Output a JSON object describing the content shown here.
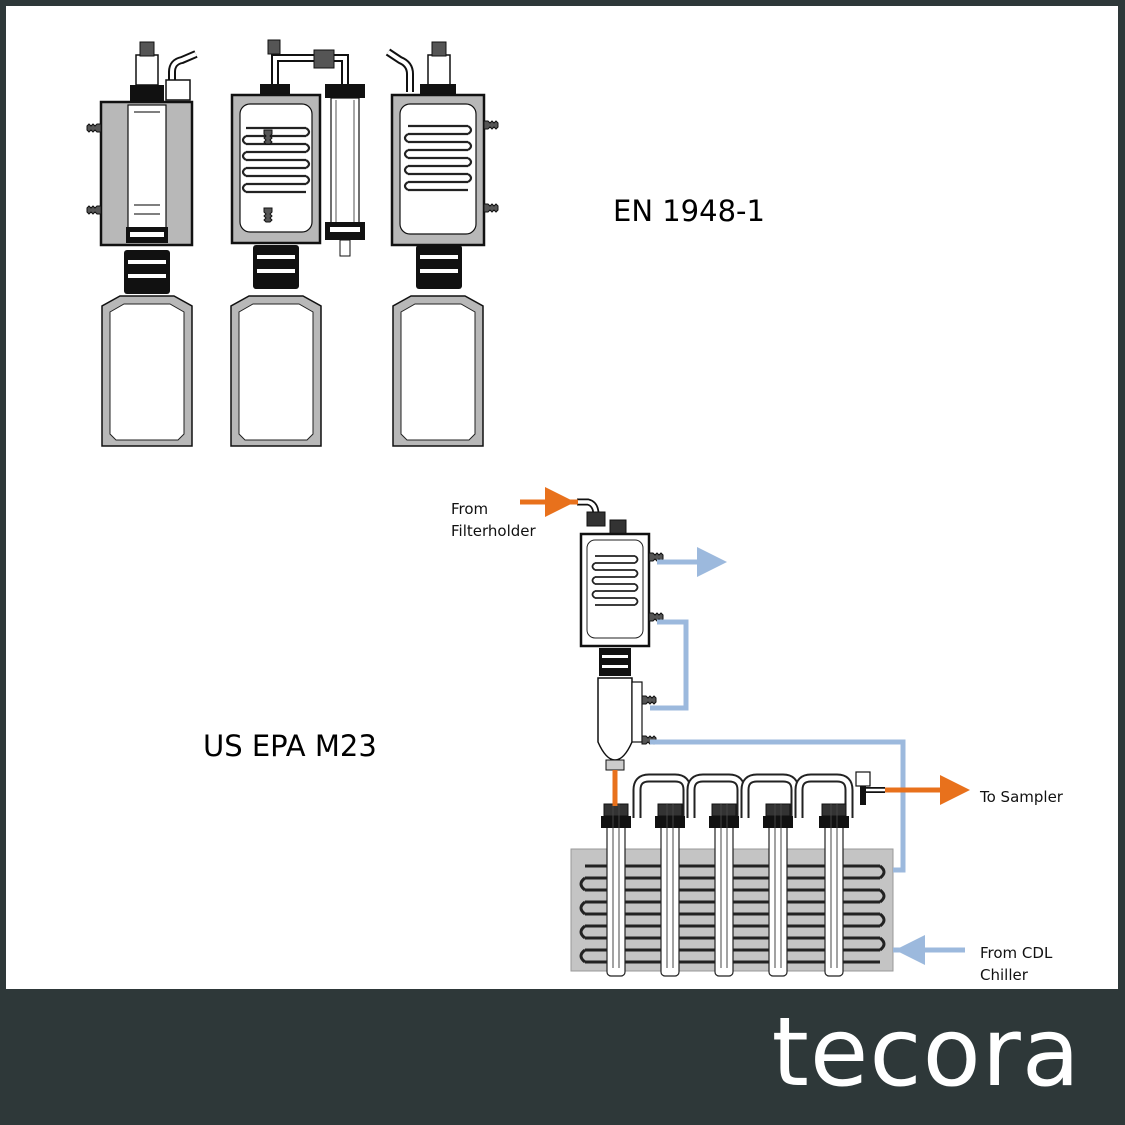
{
  "diagram": {
    "headings": {
      "standard_1": "EN 1948-1",
      "standard_2": "US EPA M23"
    },
    "labels": {
      "from_filterholder_line1": "From",
      "from_filterholder_line2": "Filterholder",
      "to_sampler": "To Sampler",
      "from_chiller_line1": "From CDL",
      "from_chiller_line2": "Chiller"
    },
    "colors": {
      "sample_gas_flow": "#e8711c",
      "coolant_flow": "#9cb9dd",
      "glass_outline": "#222222",
      "jacket_fill": "#b8b8b8",
      "footer_background": "#2e3839"
    }
  },
  "brand": {
    "logo_text": "tecora"
  }
}
